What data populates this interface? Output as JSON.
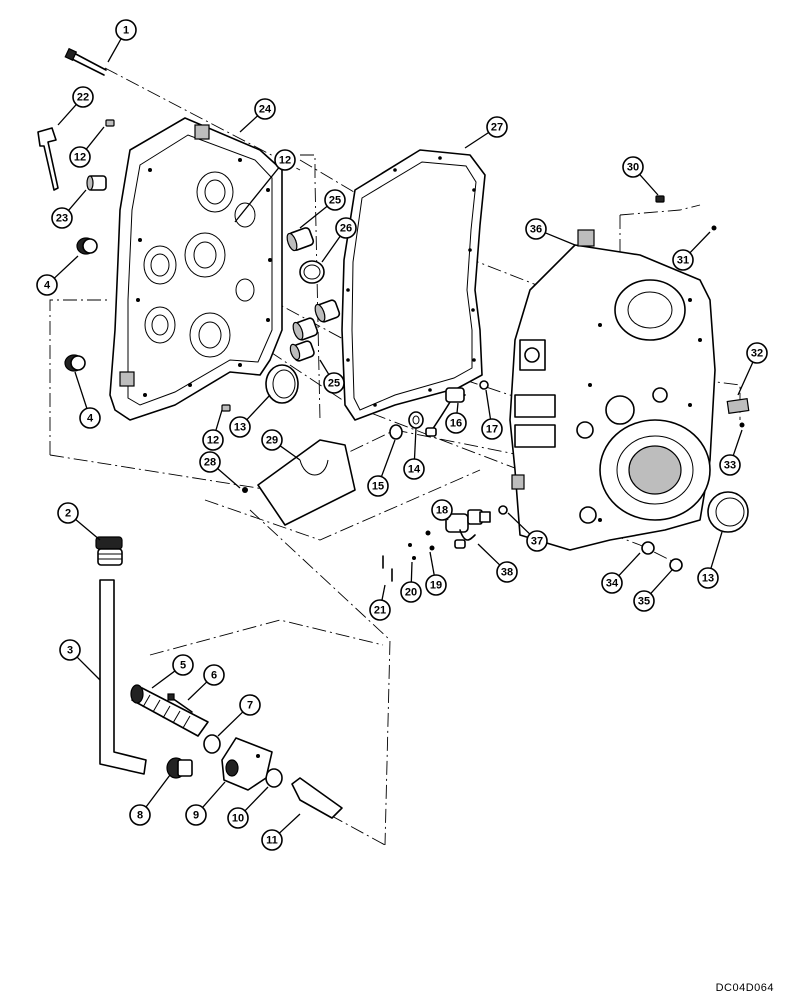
{
  "figure": {
    "doc_code": "DC04D064",
    "callouts": [
      "1",
      "2",
      "3",
      "4",
      "4",
      "5",
      "6",
      "7",
      "8",
      "9",
      "10",
      "11",
      "12",
      "12",
      "12",
      "13",
      "13",
      "14",
      "15",
      "16",
      "17",
      "18",
      "19",
      "20",
      "21",
      "22",
      "23",
      "24",
      "25",
      "25",
      "26",
      "27",
      "28",
      "29",
      "30",
      "31",
      "32",
      "33",
      "34",
      "35",
      "36",
      "37",
      "38"
    ]
  }
}
